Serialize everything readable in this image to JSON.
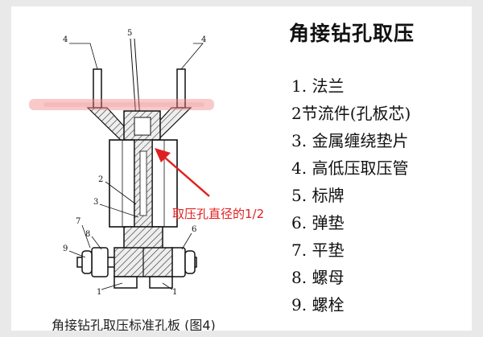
{
  "title": "角接钻孔取压",
  "legend": [
    "1. 法兰",
    "2节流件(孔板芯)",
    "3. 金属缠绕垫片",
    "4. 高低压取压管",
    "5. 标牌",
    "6. 弹垫",
    "7. 平垫",
    "8. 螺母",
    "9. 螺栓"
  ],
  "callout": "取压孔直径的1/2",
  "caption": "角接钻孔取压标准孔板 (图4)",
  "part_labels": {
    "tube_left": "4",
    "tag": "5",
    "tube_right": "4",
    "plate": "2",
    "gasket": "3",
    "flat_washer": "7",
    "nut": "8",
    "bolt": "9",
    "spring_washer": "6",
    "flange_left": "1",
    "flange_right": "1"
  },
  "colors": {
    "line": "#111111",
    "accent": "#e02020",
    "hatch_fill": "#dcdcdc",
    "blur_smudge": "#f28a8a",
    "background": "#e9e9e9"
  }
}
